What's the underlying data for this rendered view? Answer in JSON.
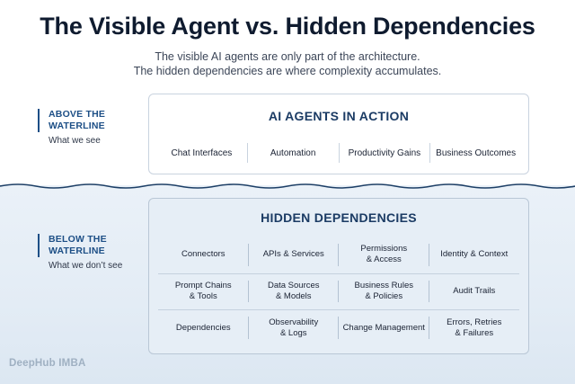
{
  "title": "The Visible Agent vs. Hidden Dependencies",
  "subtitle_line1": "The visible AI agents are only part of the architecture.",
  "subtitle_line2": "The hidden dependencies are where complexity accumulates.",
  "above": {
    "heading_line1": "ABOVE THE",
    "heading_line2": "WATERLINE",
    "sub": "What we see"
  },
  "below": {
    "heading_line1": "BELOW THE",
    "heading_line2": "WATERLINE",
    "sub": "What we don’t see"
  },
  "visible_box": {
    "title": "AI AGENTS IN ACTION",
    "items": [
      "Chat Interfaces",
      "Automation",
      "Productivity Gains",
      "Business Outcomes"
    ]
  },
  "hidden_box": {
    "title": "HIDDEN DEPENDENCIES",
    "items": [
      [
        "Connectors"
      ],
      [
        "APIs & Services"
      ],
      [
        "Permissions",
        "& Access"
      ],
      [
        "Identity & Context"
      ],
      [
        "Prompt Chains",
        "& Tools"
      ],
      [
        "Data Sources",
        "& Models"
      ],
      [
        "Business Rules",
        "& Policies"
      ],
      [
        "Audit Trails"
      ],
      [
        "Dependencies"
      ],
      [
        "Observability",
        "& Logs"
      ],
      [
        "Change Management"
      ],
      [
        "Errors, Retries",
        "& Failures"
      ]
    ]
  },
  "watermark": "DeepHub IMBA",
  "colors": {
    "accent": "#1d4f86",
    "water": "#e3ecf5",
    "box_border": "#c9d3df"
  }
}
